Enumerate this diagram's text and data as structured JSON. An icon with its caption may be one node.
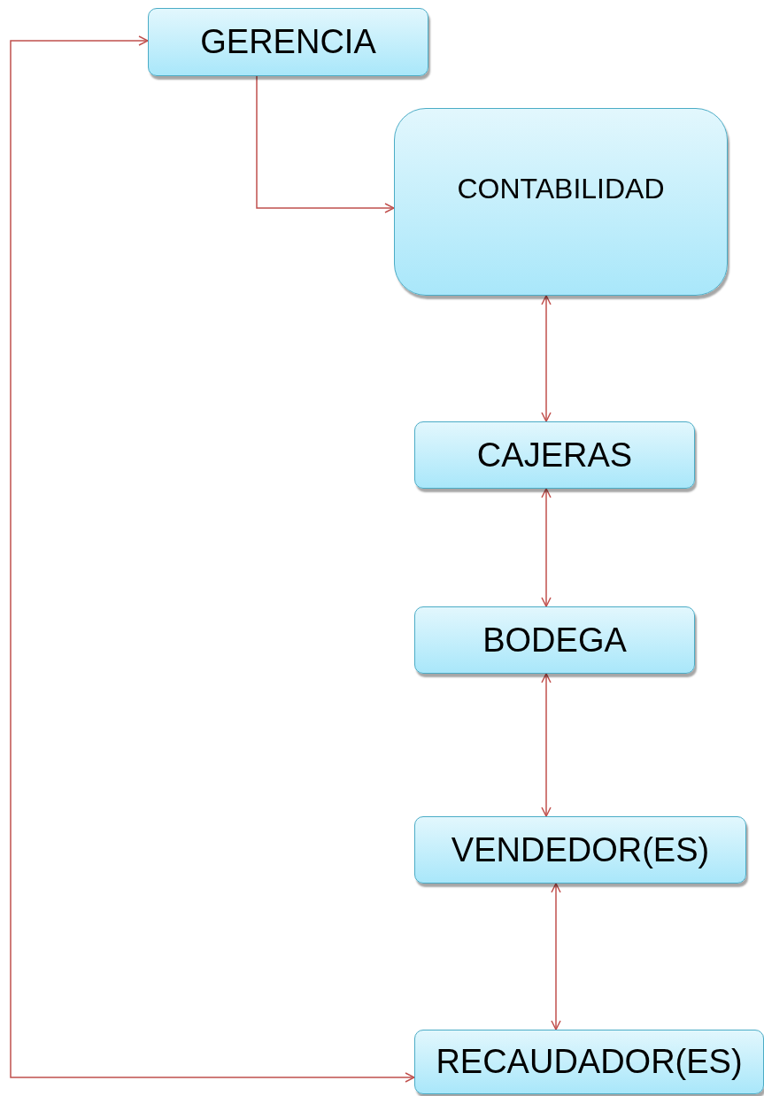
{
  "diagram": {
    "nodes": [
      {
        "text": [
          "GERENCIA"
        ]
      },
      {
        "text": [
          "CONTABILIDAD"
        ]
      },
      {
        "text": [
          "CAJERAS"
        ]
      },
      {
        "text": [
          "BODEGA"
        ]
      },
      {
        "text": [
          "VENDEDOR(ES)"
        ]
      },
      {
        "text": [
          "RECAUDADOR(ES)"
        ]
      }
    ],
    "edges": [
      {
        "from": 0,
        "to": 1,
        "arrow": "to"
      },
      {
        "from": 1,
        "to": 2,
        "arrow": "both"
      },
      {
        "from": 2,
        "to": 3,
        "arrow": "both"
      },
      {
        "from": 3,
        "to": 4,
        "arrow": "both"
      },
      {
        "from": 4,
        "to": 5,
        "arrow": "both"
      },
      {
        "from": 0,
        "to": 5,
        "arrow": "both"
      }
    ]
  }
}
